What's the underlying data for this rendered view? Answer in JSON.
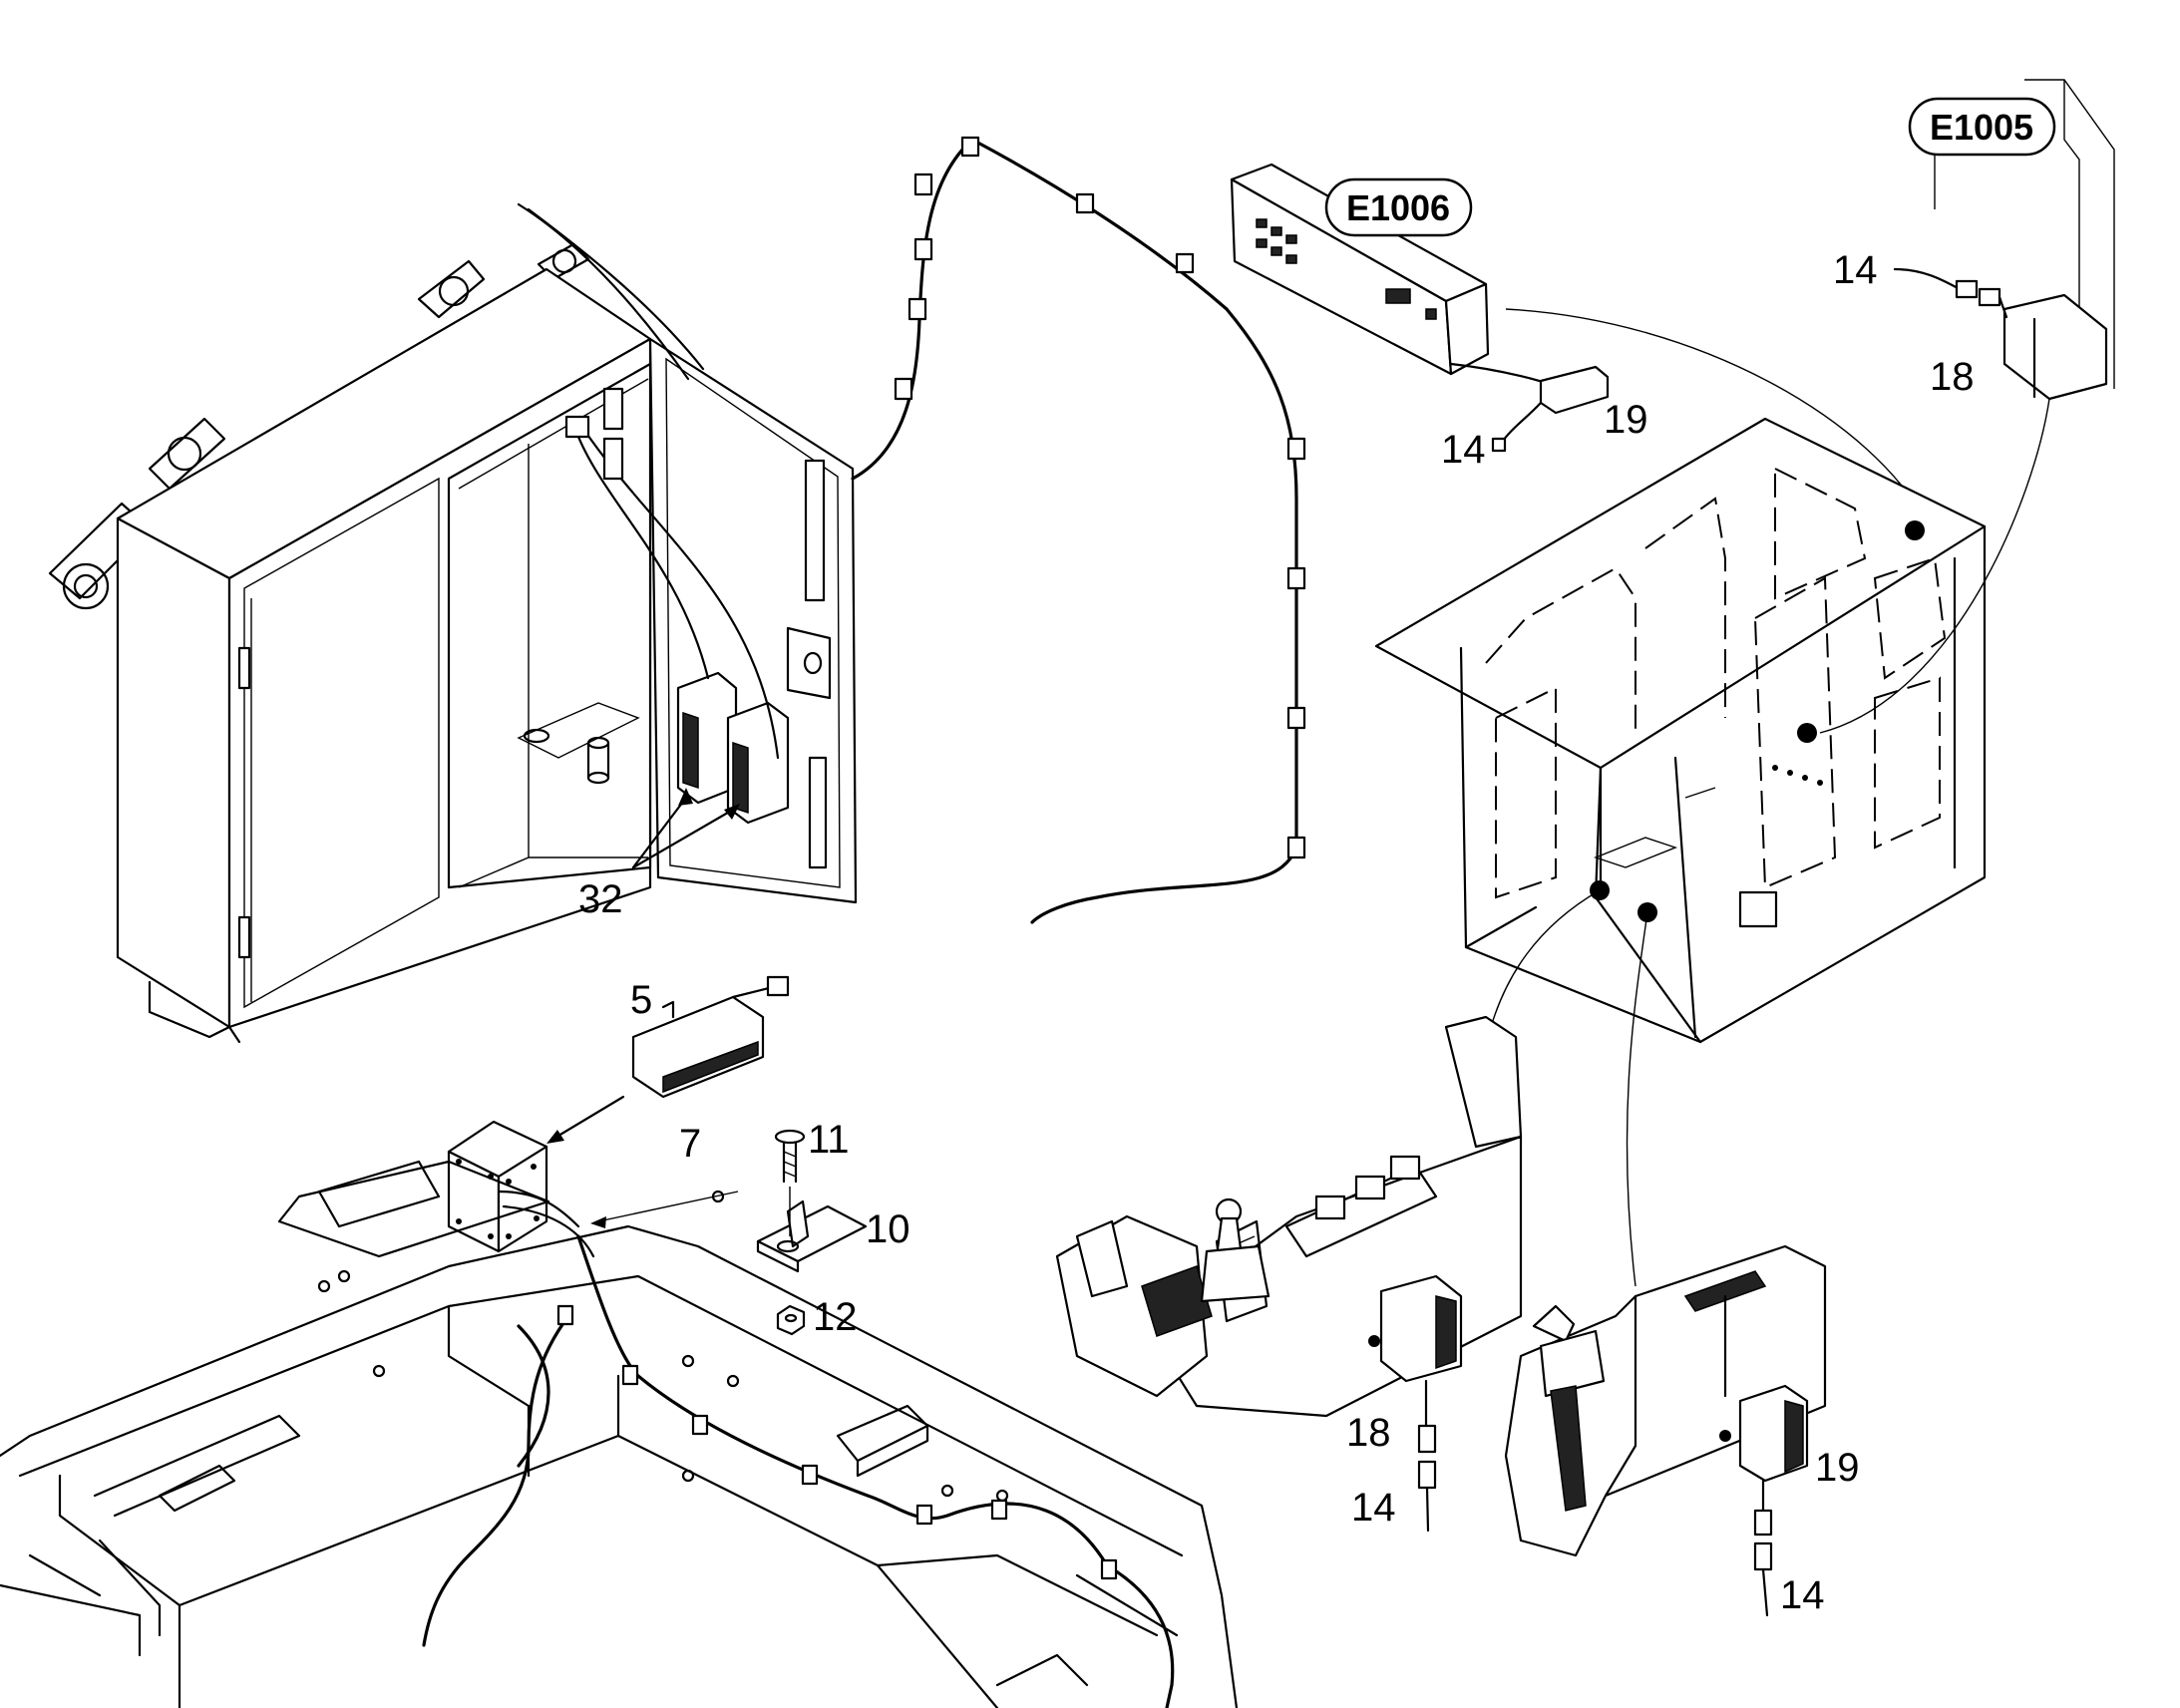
{
  "callouts": [
    {
      "id": "c32",
      "text": "32"
    },
    {
      "id": "c5",
      "text": "5"
    },
    {
      "id": "c7",
      "text": "7"
    },
    {
      "id": "c11",
      "text": "11"
    },
    {
      "id": "c10",
      "text": "10"
    },
    {
      "id": "c12",
      "text": "12"
    },
    {
      "id": "c14a",
      "text": "14"
    },
    {
      "id": "c19a",
      "text": "19"
    },
    {
      "id": "c14b",
      "text": "14"
    },
    {
      "id": "c18a",
      "text": "18"
    },
    {
      "id": "c18b",
      "text": "18"
    },
    {
      "id": "c14c",
      "text": "14"
    },
    {
      "id": "c19b",
      "text": "19"
    },
    {
      "id": "c14d",
      "text": "14"
    }
  ],
  "refs": [
    {
      "id": "r1006",
      "text": "E1006"
    },
    {
      "id": "r1005",
      "text": "E1005"
    }
  ]
}
